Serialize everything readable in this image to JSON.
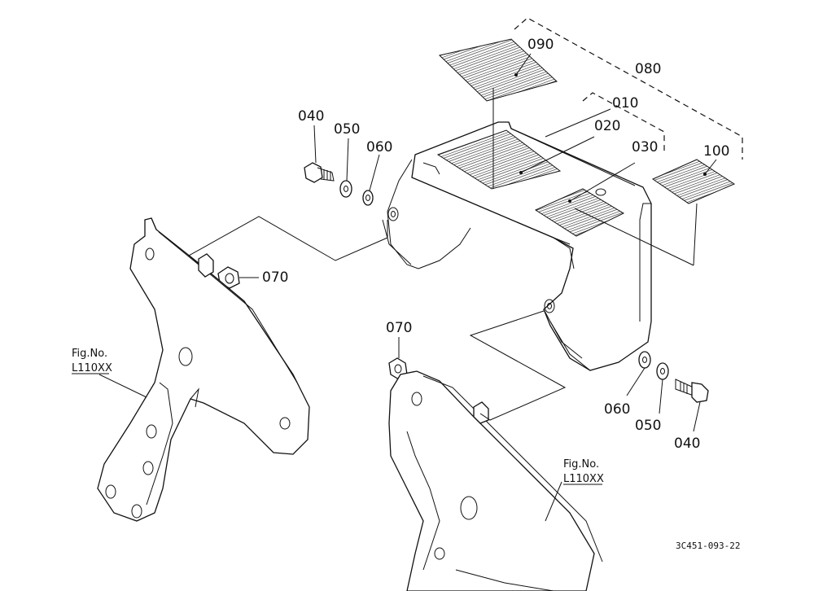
{
  "diagram": {
    "parts": {
      "p010": "010",
      "p020": "020",
      "p030": "030",
      "p040a": "040",
      "p040b": "040",
      "p050a": "050",
      "p050b": "050",
      "p060a": "060",
      "p060b": "060",
      "p070a": "070",
      "p070b": "070",
      "p080": "080",
      "p090": "090",
      "p100": "100"
    },
    "fig_refs": [
      {
        "line1": "Fig.No.",
        "line2": "L110XX"
      },
      {
        "line1": "Fig.No.",
        "line2": "L110XX"
      }
    ],
    "drawing_code": "3C451-093-22"
  }
}
